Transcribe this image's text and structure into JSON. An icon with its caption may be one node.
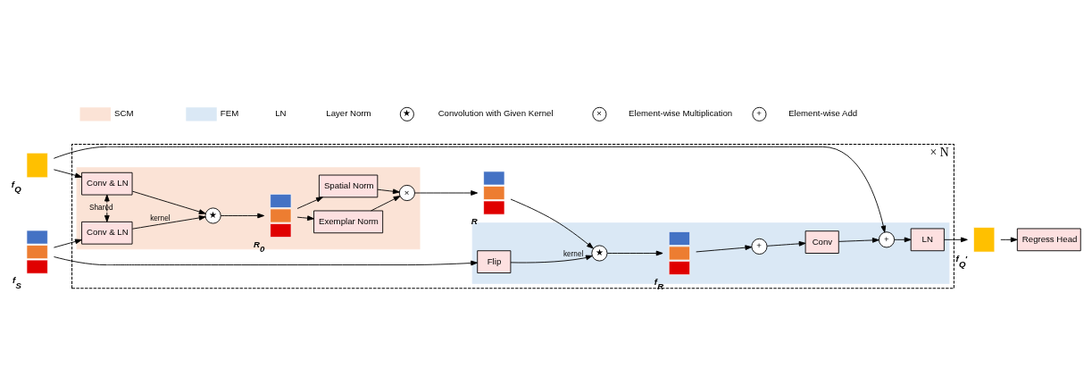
{
  "diagram": {
    "nodes": [
      {
        "text": [
          "× N"
        ]
      },
      {
        "text": [],
        "shape": "box",
        "in": 0
      },
      {
        "text": [],
        "shape": "box",
        "in": 0
      },
      {
        "text": [],
        "shape": "cube",
        "beside": [
          "f$_{S}$"
        ]
      },
      {
        "text": [],
        "shape": "cube",
        "beside": [
          "f$_{Q}$"
        ]
      },
      {
        "text": [
          "Conv & LN"
        ],
        "in": 1
      },
      {
        "text": [
          "Conv & LN"
        ],
        "in": 1
      },
      {
        "text": [
          "★"
        ],
        "in": 1
      },
      {
        "text": [],
        "shape": "cube",
        "beside": [
          "R$_{0}$"
        ],
        "in": 1
      },
      {
        "text": [
          "Exemplar Norm"
        ],
        "in": 1
      },
      {
        "text": [
          "Spatial Norm"
        ],
        "in": 1
      },
      {
        "text": [
          "×"
        ],
        "in": 1
      },
      {
        "text": [],
        "shape": "cube",
        "beside": [
          "R"
        ],
        "in": 0
      },
      {
        "text": [
          "Flip"
        ],
        "in": 2
      },
      {
        "text": [
          "★"
        ],
        "in": 2
      },
      {
        "text": [],
        "shape": "cube",
        "beside": [
          "f$_{R}$"
        ],
        "in": 2
      },
      {
        "text": [
          "+"
        ],
        "in": 2
      },
      {
        "text": [
          "Conv"
        ],
        "in": 2
      },
      {
        "text": [
          "+"
        ],
        "in": 2
      },
      {
        "text": [
          "LN"
        ],
        "in": 2
      },
      {
        "text": [],
        "shape": "cube",
        "beside": [
          "f$_{Q}$′"
        ]
      },
      {
        "text": [
          "Regress Head"
        ]
      }
    ],
    "edges": [
      {
        "from": 3,
        "to": 5,
        "arrow": "to"
      },
      {
        "from": 3,
        "to": 13,
        "arrow": "to"
      },
      {
        "from": 5,
        "to": 6,
        "arrow": "both",
        "label": "Shared",
        "style": "dashed"
      },
      {
        "from": 4,
        "to": 6,
        "arrow": "to"
      },
      {
        "from": 4,
        "to": 18,
        "arrow": "to"
      },
      {
        "from": 5,
        "to": 7,
        "arrow": "to",
        "label": "kernel"
      },
      {
        "from": 6,
        "to": 7,
        "arrow": "to"
      },
      {
        "from": 7,
        "to": 8,
        "arrow": "to"
      },
      {
        "from": 8,
        "to": 9,
        "arrow": "to"
      },
      {
        "from": 8,
        "to": 10,
        "arrow": "to"
      },
      {
        "from": 9,
        "to": 11,
        "arrow": "to"
      },
      {
        "from": 10,
        "to": 11,
        "arrow": "to"
      },
      {
        "from": 11,
        "to": 12,
        "arrow": "to"
      },
      {
        "from": 12,
        "to": 14,
        "arrow": "to"
      },
      {
        "from": 13,
        "to": 14,
        "arrow": "to",
        "label": "kernel"
      },
      {
        "from": 14,
        "to": 15,
        "arrow": "to"
      },
      {
        "from": 15,
        "to": 16,
        "arrow": "to"
      },
      {
        "from": 16,
        "to": 17,
        "arrow": "to"
      },
      {
        "from": 17,
        "to": 18,
        "arrow": "to"
      },
      {
        "from": 18,
        "to": 19,
        "arrow": "to"
      },
      {
        "from": 19,
        "to": 20,
        "arrow": "to"
      },
      {
        "from": 20,
        "to": 21,
        "arrow": "to"
      }
    ],
    "labels": [
      "LN",
      "Layer Norm",
      "★",
      "Convolution with Given Kernel",
      "×",
      "Element-wise Multiplication",
      "+",
      "Element-wise Add"
    ],
    "legend": [
      {
        "text": "SCM",
        "color": "#fbe3d6"
      },
      {
        "text": "FEM",
        "color": "#dae8f5"
      }
    ]
  }
}
